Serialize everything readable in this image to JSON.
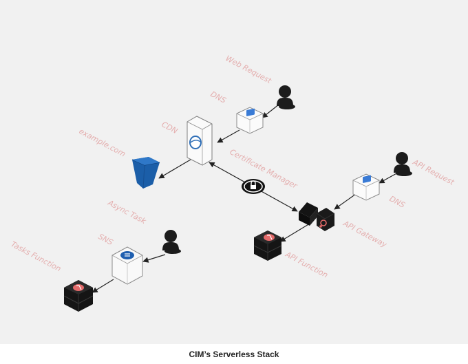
{
  "diagram": {
    "labels": {
      "web_request": "Web Request",
      "dns_top": "DNS",
      "cdn": "CDN",
      "example_com": "example.com",
      "certificate_manager": "Certificate Manager",
      "api_request": "API Request",
      "dns_right": "DNS",
      "api_gateway": "API Gateway",
      "api_function": "API Function",
      "async_task": "Async Task",
      "sns": "SNS",
      "tasks_function": "Tasks Function"
    },
    "colors": {
      "background": "#f1f1f1",
      "label": "#e4aeae",
      "bucket": "#1b5ea8",
      "server_dark": "#1a1a1a",
      "lambda_badge": "#e36a6a"
    },
    "icons": {
      "user": "user-icon",
      "dns": "route53-dns-icon",
      "cdn": "cloudfront-cdn-icon",
      "bucket": "s3-bucket-icon",
      "certificate": "certificate-lock-icon",
      "gateway": "api-gateway-icon",
      "lambda": "lambda-function-icon",
      "sns": "sns-icon"
    }
  },
  "caption": "CIM’s Serverless Stack"
}
